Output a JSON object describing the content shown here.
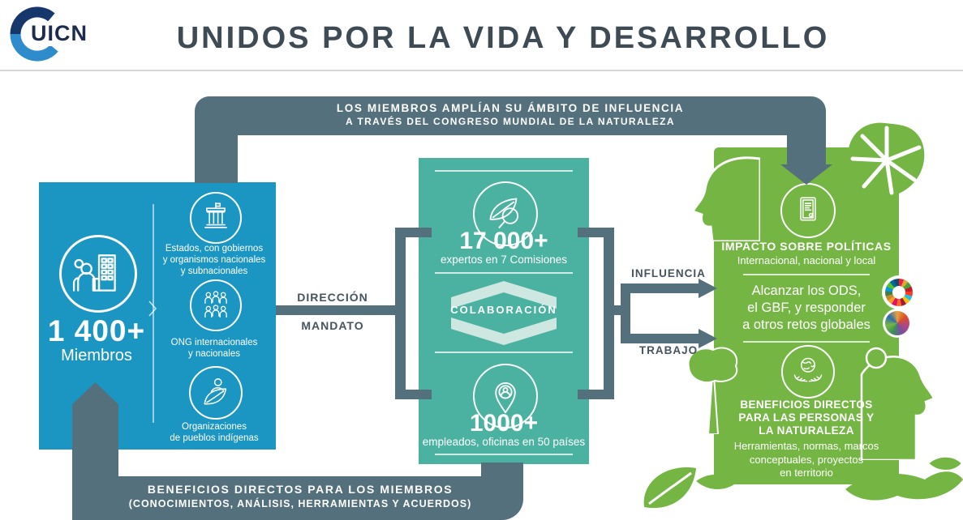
{
  "header": {
    "logo_text": "UICN",
    "title": "UNIDOS POR LA VIDA Y DESARROLLO"
  },
  "top_banner": {
    "line1": "LOS MIEMBROS AMPLÍAN SU ÁMBITO DE INFLUENCIA",
    "line2": "A TRAVÉS DEL CONGRESO MUNDIAL DE LA NATURALEZA"
  },
  "members_box": {
    "count": "1 400+",
    "label": "Miembros",
    "icon": "people-building-icon",
    "categories": [
      {
        "icon": "government-building-icon",
        "label": "Estados, con gobiernos\ny organismos nacionales\ny subnacionales"
      },
      {
        "icon": "people-group-icon",
        "label": "ONG internacionales\ny nacionales"
      },
      {
        "icon": "person-leaf-icon",
        "label": "Organizaciones\nde pueblos indígenas"
      }
    ]
  },
  "flow_labels": {
    "direction": "DIRECCIÓN",
    "mandate": "MANDATO",
    "influence": "INFLUENCIA",
    "work": "TRABAJO"
  },
  "center_box": {
    "experts_count": "17 000+",
    "experts_label": "expertos en 7 Comisiones",
    "experts_icon": "leaf-magnifier-icon",
    "collaboration_label": "COLABORACIÓN",
    "staff_count": "1000+",
    "staff_label": "empleados, oficinas en 50 países",
    "staff_icon": "pin-person-icon"
  },
  "impact_box": {
    "policy_title": "IMPACTO SOBRE POLÍTICAS",
    "policy_subtitle": "Internacional, nacional y local",
    "policy_icon": "policy-document-icon",
    "goals": [
      "Alcanzar los ODS,",
      "el GBF, y responder",
      "a otros retos globales"
    ],
    "badges": [
      "sdg-wheel-logo",
      "gbf-logo"
    ],
    "benefits_icon": "hands-globe-icon",
    "benefits_title": [
      "BENEFICIOS DIRECTOS",
      "PARA LAS PERSONAS Y",
      "LA NATURALEZA"
    ],
    "benefits_subtitle": [
      "Herramientas, normas, marcos",
      "conceptuales, proyectos",
      "en territorio"
    ]
  },
  "bottom_banner": {
    "line1": "BENEFICIOS DIRECTOS PARA LOS MIEMBROS",
    "line2": "(CONOCIMIENTOS, ANÁLISIS, HERRAMIENTAS Y ACUERDOS)"
  },
  "colors": {
    "primary_blue": "#1b95c2",
    "teal": "#4bb2a2",
    "teal_light": "#cee8e1",
    "green": "#74b544",
    "slate": "#54707c",
    "title_text": "#3e4a54"
  }
}
